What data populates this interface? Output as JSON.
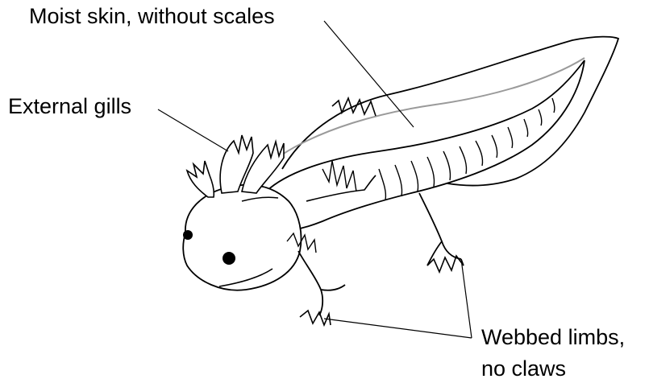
{
  "labels": {
    "skin": "Moist skin, without scales",
    "gills": "External gills",
    "limbs_line1": "Webbed limbs,",
    "limbs_line2": "no claws"
  }
}
